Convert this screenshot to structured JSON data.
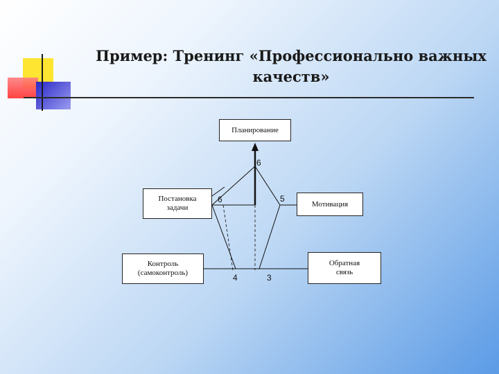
{
  "slide": {
    "title": "Пример: Тренинг «Профессионально важных качеств»"
  },
  "diagram": {
    "boxes": {
      "planning": "Планирование",
      "task_setting": "Постановка\nзадачи",
      "motivation": "Мотивация",
      "control": "Контроль\n(самоконтроль)",
      "feedback": "Обратная\nсвязь"
    },
    "scores": {
      "planning": "6",
      "task_setting": "6",
      "motivation": "5",
      "control": "4",
      "feedback": "3"
    }
  }
}
